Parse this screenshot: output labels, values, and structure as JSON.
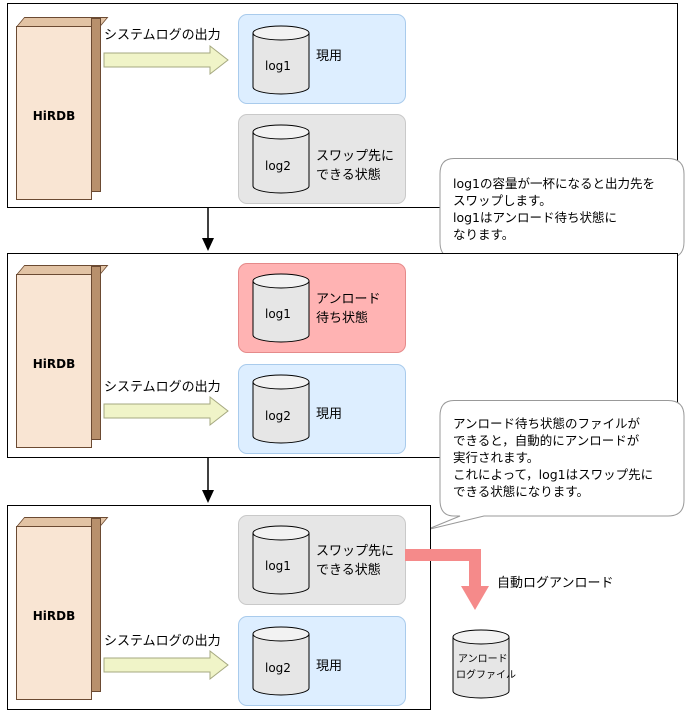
{
  "labels": {
    "hirdb": "HiRDB",
    "syslog_output": "システムログの出力",
    "log1": "log1",
    "log2": "log2",
    "current": "現用",
    "swappable_line1": "スワップ先に",
    "swappable_line2": "できる状態",
    "unload_wait_line1": "アンロード",
    "unload_wait_line2": "待ち状態",
    "auto_unload": "自動ログアンロード",
    "unload_file_line1": "アンロード",
    "unload_file_line2": "ログファイル"
  },
  "callout1": {
    "line1": "log1の容量が一杯になると出力先を",
    "line2": "スワップします。",
    "line3": "log1はアンロード待ち状態に",
    "line4": "なります。"
  },
  "callout2": {
    "line1": "アンロード待ち状態のファイルが",
    "line2": "できると，自動的にアンロードが",
    "line3": "実行されます。",
    "line4": "これによって，log1はスワップ先に",
    "line5": "できる状態になります。"
  },
  "colors": {
    "current_zone": "#ddeeff",
    "swappable_zone": "#e6e6e6",
    "unload_wait_zone": "#ffb3b3",
    "flow_arrow": "#f0f4c8",
    "unload_arrow": "#f58a8a",
    "hirdb_block": "#f9e5d3"
  }
}
